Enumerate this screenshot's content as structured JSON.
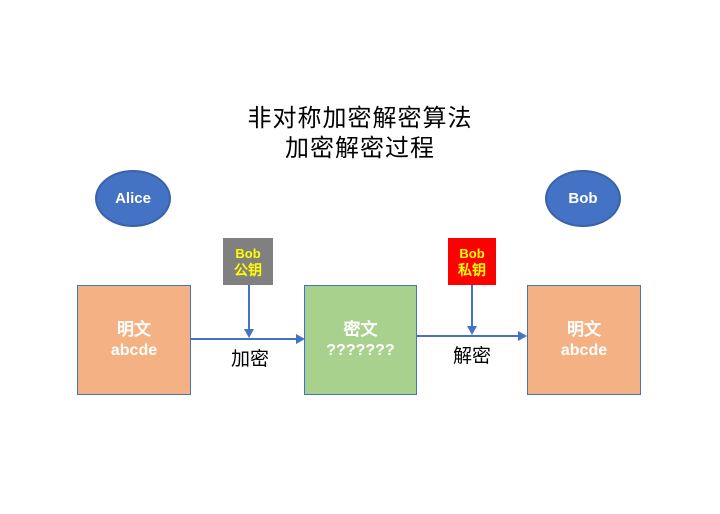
{
  "colors": {
    "blue": "#4472C4",
    "orange": "#F4B183",
    "green": "#A9D18E",
    "gray": "#808080",
    "red": "#FF0000",
    "yellow": "#FFFF00",
    "text": "#000000"
  },
  "title": {
    "line1": "非对称加密解密算法",
    "line2": "加密解密过程"
  },
  "actors": {
    "alice": {
      "label": "Alice"
    },
    "bob": {
      "label": "Bob"
    }
  },
  "keys": {
    "bob_public": {
      "owner": "Bob",
      "type": "公钥"
    },
    "bob_private": {
      "owner": "Bob",
      "type": "私钥"
    }
  },
  "nodes": {
    "plaintext_left": {
      "title": "明文",
      "value": "abcde"
    },
    "ciphertext": {
      "title": "密文",
      "value": "???????"
    },
    "plaintext_right": {
      "title": "明文",
      "value": "abcde"
    }
  },
  "edges": {
    "encrypt": {
      "label": "加密"
    },
    "decrypt": {
      "label": "解密"
    }
  }
}
